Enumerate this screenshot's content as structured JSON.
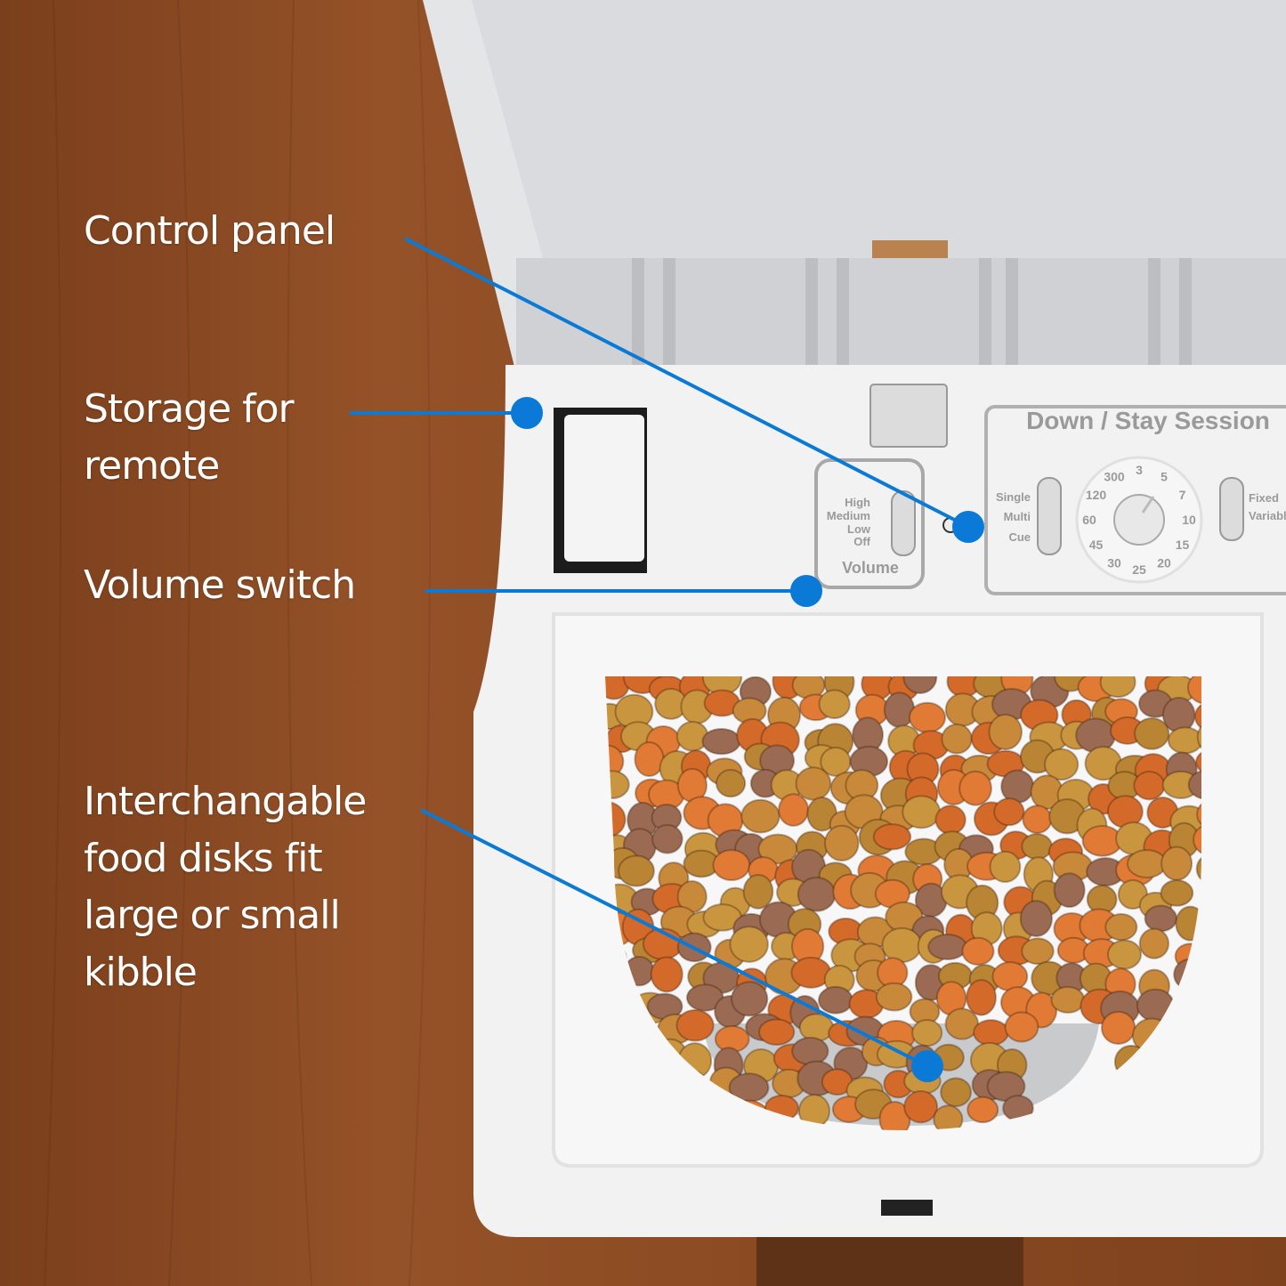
{
  "callouts": [
    {
      "id": "control-panel",
      "lines": [
        "Control panel"
      ]
    },
    {
      "id": "remote-storage",
      "lines": [
        "Storage for",
        "remote"
      ]
    },
    {
      "id": "volume-switch",
      "lines": [
        "Volume switch"
      ]
    },
    {
      "id": "food-disks",
      "lines": [
        "Interchangable",
        "food disks fit",
        "large or small",
        "kibble"
      ]
    }
  ],
  "device": {
    "session_title": "Down / Stay Session",
    "mode_switch": [
      "Single",
      "Multi",
      "Cue"
    ],
    "timing_switch": [
      "Fixed",
      "Variable"
    ],
    "volume": {
      "label": "Volume",
      "levels": [
        "High",
        "Medium",
        "Low",
        "Off"
      ]
    },
    "dial_values": [
      "3",
      "5",
      "7",
      "10",
      "15",
      "20",
      "25",
      "30",
      "45",
      "60",
      "120",
      "300"
    ]
  },
  "colors": {
    "accent": "#0a7ad6",
    "wood": "#8a4a22",
    "device": "#f2f2f2",
    "lid": "#d4d6d8"
  }
}
